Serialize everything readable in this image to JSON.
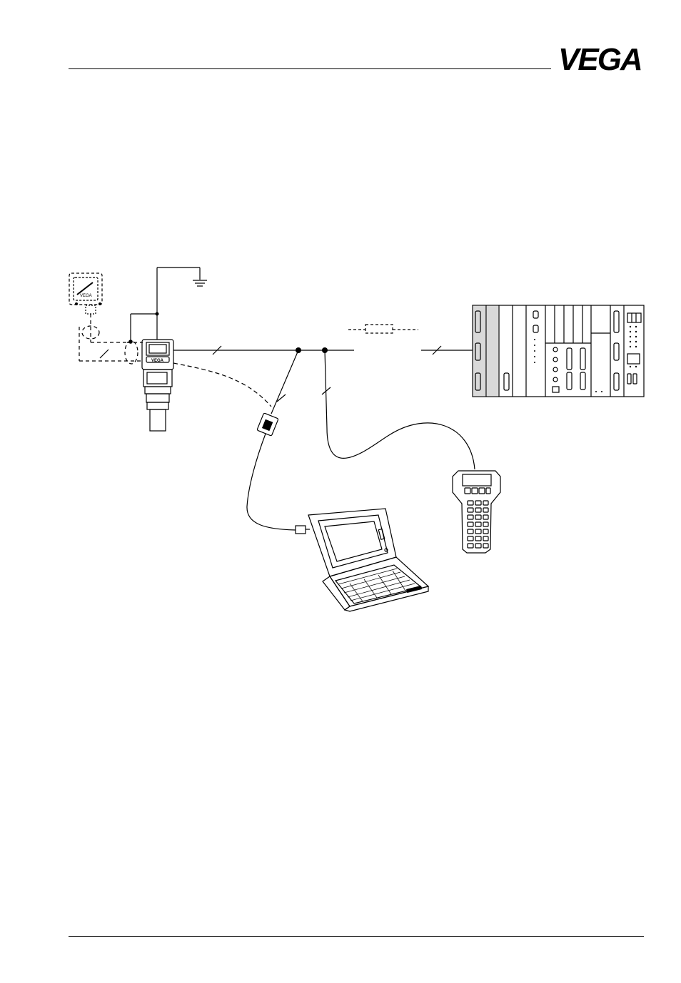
{
  "header": {
    "brand": "VEGA"
  },
  "sensor": {
    "brand_label": "VEGA"
  },
  "display_module": {
    "label": "VEGA"
  },
  "colors": {
    "ink": "#000000",
    "panel_shade": "#d9d9d9",
    "paper": "#ffffff"
  }
}
